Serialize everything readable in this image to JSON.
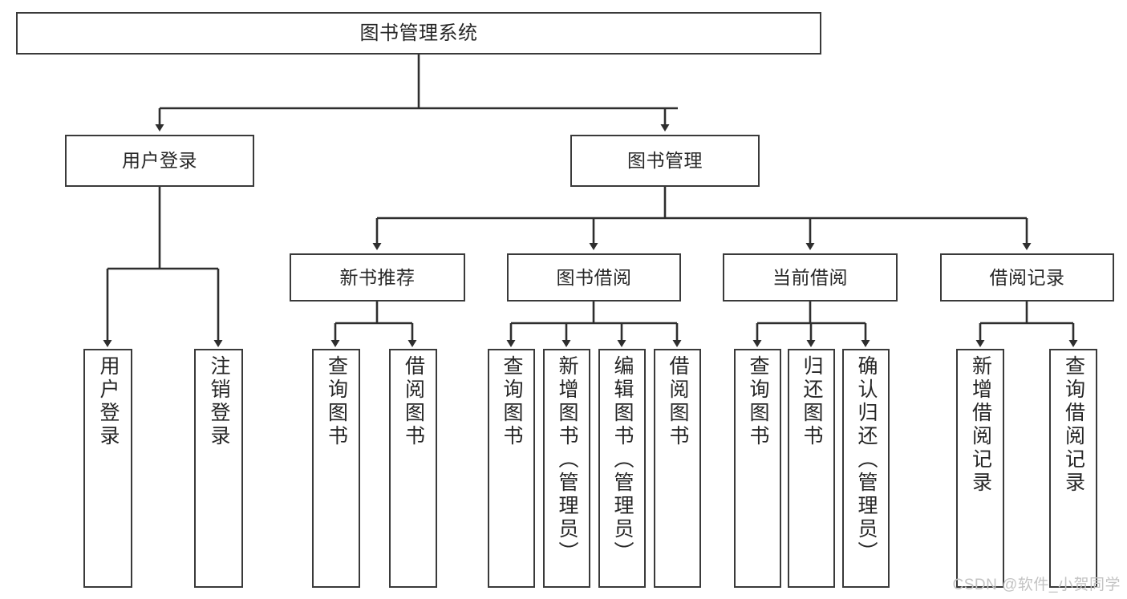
{
  "diagram": {
    "title": "图书管理系统",
    "watermark": "CSDN @软件_小贺同学",
    "colors": {
      "box_border": "#3a3a3a",
      "edge": "#2e2e2e",
      "text": "#262626",
      "background": "#ffffff",
      "watermark": "#c3c3c3"
    },
    "nodes": {
      "root": {
        "label": "图书管理系统"
      },
      "level1": [
        {
          "id": "user-login",
          "label": "用户登录"
        },
        {
          "id": "book-manage",
          "label": "图书管理"
        }
      ],
      "level2": [
        {
          "id": "new-book-recommend",
          "label": "新书推荐"
        },
        {
          "id": "book-borrow",
          "label": "图书借阅"
        },
        {
          "id": "current-borrow",
          "label": "当前借阅"
        },
        {
          "id": "borrow-record",
          "label": "借阅记录"
        }
      ],
      "leaves": [
        {
          "id": "leaf-user-login",
          "parent": "user-login",
          "label": "用户登录"
        },
        {
          "id": "leaf-logout",
          "parent": "user-login",
          "label": "注销登录"
        },
        {
          "id": "leaf-query-book-1",
          "parent": "new-book-recommend",
          "label": "查询图书"
        },
        {
          "id": "leaf-borrow-book-1",
          "parent": "new-book-recommend",
          "label": "借阅图书"
        },
        {
          "id": "leaf-query-book-2",
          "parent": "book-borrow",
          "label": "查询图书"
        },
        {
          "id": "leaf-add-book",
          "parent": "book-borrow",
          "label": "新增图书（管理员）"
        },
        {
          "id": "leaf-edit-book",
          "parent": "book-borrow",
          "label": "编辑图书（管理员）"
        },
        {
          "id": "leaf-borrow-book-2",
          "parent": "book-borrow",
          "label": "借阅图书"
        },
        {
          "id": "leaf-query-book-3",
          "parent": "current-borrow",
          "label": "查询图书"
        },
        {
          "id": "leaf-return-book",
          "parent": "current-borrow",
          "label": "归还图书"
        },
        {
          "id": "leaf-confirm-return",
          "parent": "current-borrow",
          "label": "确认归还（管理员）"
        },
        {
          "id": "leaf-add-record",
          "parent": "borrow-record",
          "label": "新增借阅记录"
        },
        {
          "id": "leaf-query-record",
          "parent": "borrow-record",
          "label": "查询借阅记录"
        }
      ]
    }
  }
}
